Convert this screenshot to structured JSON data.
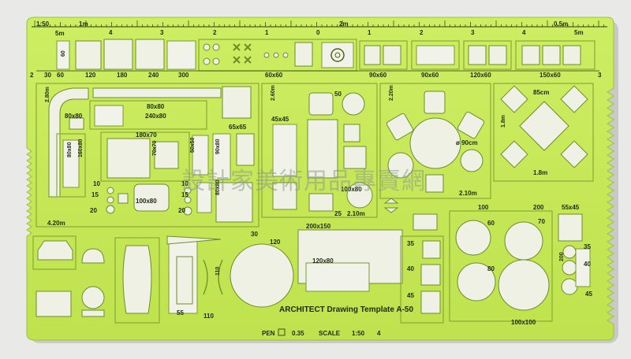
{
  "colors": {
    "plastic": "#c9ec5a",
    "plastic_dark": "#a9cf3a",
    "hole": "#eef1e4",
    "ink": "#1e2a10",
    "background": "#e9e9e7",
    "watermark": "#8f9a8f"
  },
  "ruler": {
    "left_scale": "1:50",
    "left_unit": "5m",
    "unit_1m": "1m",
    "left_numbers": [
      "4",
      "3",
      "2",
      "1",
      "0"
    ],
    "right_unit": "2m",
    "right_numbers": [
      "1",
      "2",
      "3",
      "4"
    ],
    "right_end": "0.5m",
    "right_end2": "5m"
  },
  "top_row": {
    "labels": [
      "30",
      "60",
      "120",
      "180",
      "240",
      "300",
      "60x60",
      "90x60",
      "90x60",
      "120x60",
      "150x60"
    ],
    "side_60": "60",
    "edge_left": "2",
    "edge_right": "3"
  },
  "panel_a": {
    "labels": [
      "2.80m",
      "80x80",
      "80x80",
      "240x80",
      "180x70",
      "70x70",
      "50x50",
      "90x80",
      "65x65",
      "80x80",
      "160x80",
      "100x80",
      "10",
      "15",
      "20",
      "10",
      "15",
      "20",
      "80x80",
      "4.20m"
    ]
  },
  "panel_b": {
    "labels": [
      "2.60m",
      "45x45",
      "50",
      "100x80",
      "25",
      "2.10m"
    ]
  },
  "panel_c": {
    "labels": [
      "2.20m",
      "ø 90cm",
      "2.10m"
    ]
  },
  "panel_d": {
    "labels": [
      "85cm",
      "1.8m",
      "1.8m"
    ]
  },
  "bottom": {
    "labels": [
      "30",
      "120",
      "200x150",
      "120x80",
      "110",
      "55",
      "110",
      "35",
      "40",
      "45",
      "100",
      "60",
      "80",
      "200",
      "70",
      "55x45",
      "200",
      "35",
      "40",
      "45",
      "100x100"
    ],
    "title": "ARCHITECT Drawing Template A-50",
    "pen_label": "PEN",
    "pen_size": "0.35",
    "scale_label": "SCALE",
    "scale_value": "1:50",
    "scale_extra": "4"
  },
  "watermark": "設計家美術用品專賣網"
}
